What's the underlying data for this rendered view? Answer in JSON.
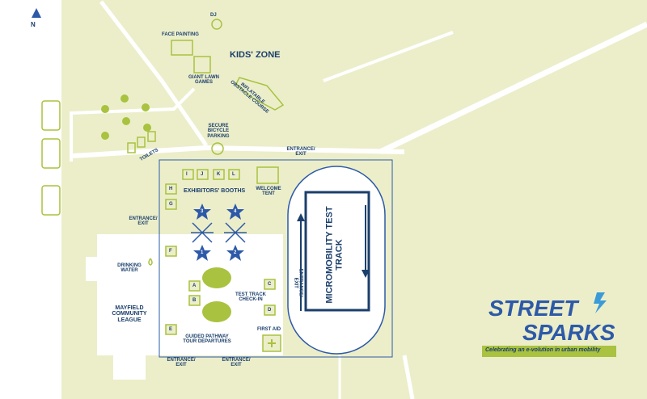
{
  "map": {
    "north": "N",
    "zones": {
      "kids_zone": "KIDS' ZONE",
      "exhibitors_booths": "EXHIBITORS' BOOTHS",
      "welcome_tent": "WELCOME TENT",
      "test_track": "MICROMOBILITY TEST TRACK",
      "test_track_checkin": "TEST TRACK CHECK-IN",
      "community_league": "MAYFIELD COMMUNITY LEAGUE",
      "guided_tours": "GUIDED PATHWAY TOUR DEPARTURES",
      "first_aid": "FIRST AID",
      "drinking_water": "DRINKING WATER",
      "secure_bike_parking": "SECURE BICYCLE PARKING",
      "toilets": "TOILETS",
      "face_painting": "FACE PAINTING",
      "dj": "DJ",
      "giant_lawn_games": "GIANT LAWN GAMES",
      "inflatable_obstacle_course": "INFLATABLE OBSTACLE COURSE"
    },
    "entrances": {
      "top": "ENTRANCE/ EXIT",
      "left": "ENTRANCE/ EXIT",
      "track": "ENTRANCE/ EXIT",
      "bottom_left": "ENTRANCE/ EXIT",
      "bottom_right": "ENTRANCE/ EXIT"
    },
    "booth_letters": [
      "I",
      "J",
      "K",
      "L",
      "H",
      "G",
      "F",
      "A",
      "B",
      "C",
      "D",
      "E"
    ],
    "markers": [
      "3",
      "4",
      "1",
      "2"
    ],
    "logo": {
      "line1": "STREET",
      "line2": "SPARKS",
      "tagline": "Celebrating an e-volution in urban mobility"
    },
    "colors": {
      "background": "#eceeca",
      "road": "#ffffff",
      "navy": "#1b3f6b",
      "blue": "#2d5aa8",
      "lime": "#a9c23f",
      "accent_blue": "#3a9bd8"
    }
  }
}
